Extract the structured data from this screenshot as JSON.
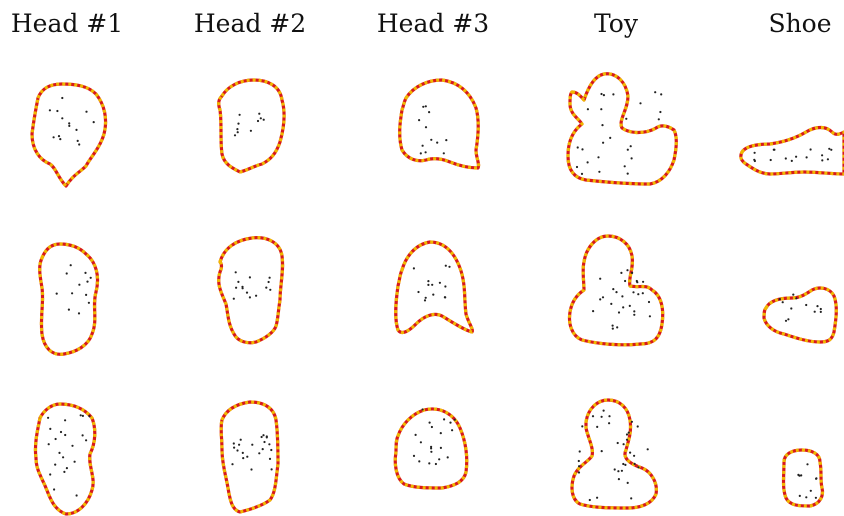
{
  "figure": {
    "columns": [
      {
        "key": "head1",
        "title": "Head #1"
      },
      {
        "key": "head2",
        "title": "Head #2"
      },
      {
        "key": "head3",
        "title": "Head #3"
      },
      {
        "key": "toy",
        "title": "Toy"
      },
      {
        "key": "shoe",
        "title": "Shoe"
      }
    ],
    "rows": 3,
    "colors": {
      "outline_primary": "#d7191c",
      "outline_secondary": "#f0b800",
      "points": "#222222",
      "background": "#ffffff"
    }
  }
}
